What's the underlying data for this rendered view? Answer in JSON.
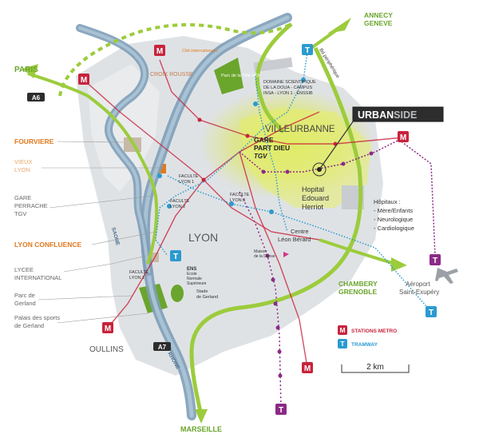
{
  "destinations": {
    "annecy": "ANNECY",
    "geneve": "GENEVE",
    "paris": "PARIS",
    "chambery": "CHAMBERY",
    "grenoble": "GRENOBLE",
    "marseille": "MARSEILLE"
  },
  "roads": {
    "a6": "A6",
    "a7": "A7",
    "bd_peripherique": "Bd périphérique"
  },
  "rivers": {
    "saone": "SAONE",
    "rhone": "RHONE"
  },
  "districts": {
    "croix_rousse": "CROIX ROUSSE",
    "cite_internationale": "Cité internationale",
    "parc_tete_or": "Parc de la Tête d'Or",
    "villeurbanne": "VILLEURBANNE",
    "lyon": "LYON",
    "oullins": "OULLINS",
    "fourviere": "FOURVIERE",
    "vieux_lyon_1": "VIEUX",
    "vieux_lyon_2": "LYON",
    "lyon_confluence": "LYON CONFLUENCE"
  },
  "places": {
    "domaine_1": "DOMAINE SCIENTIFIQUE",
    "domaine_2": "DE LA DOUA - CAMPUS",
    "domaine_3": "INSA - LYON 1 - ENSSIB",
    "gare_pd_1": "GARE",
    "gare_pd_2": "PART DIEU",
    "gare_pd_3": "TGV",
    "gare_perrache_1": "GARE",
    "gare_perrache_2": "PERRACHE",
    "gare_perrache_3": "TGV",
    "hopital_1": "Hopital",
    "hopital_2": "Edouard",
    "hopital_3": "Herriot",
    "hopitaux_title": "Hôpitaux :",
    "hopitaux_1": "- Mère/Enfants",
    "hopitaux_2": "- Neurologique",
    "hopitaux_3": "- Cardiologique",
    "centre_1": "Centre",
    "centre_2": "Léon Bérard",
    "maison_danse_1": "Maison",
    "maison_danse_2": "de la Danse",
    "faculte_lyon1_a": "FACULTE",
    "faculte_lyon1_b": "LYON 1",
    "faculte_lyon2_a": "FACULTE",
    "faculte_lyon2_b": "LYON 2",
    "faculte_lyon3_a": "FACULTE",
    "faculte_lyon3_b": "LYON 3",
    "faculte_lyon1s_a": "FACULTE",
    "faculte_lyon1s_b": "LYON 1",
    "lycee_1": "LYCEE",
    "lycee_2": "INTERNATIONAL",
    "ens_1": "ENS",
    "ens_2": "Ecole",
    "ens_3": "Normale",
    "ens_4": "Supérieure",
    "stade_1": "Stade",
    "stade_2": "de Gerland",
    "parc_gerland_1": "Parc de",
    "parc_gerland_2": "Gerland",
    "palais_1": "Palais des sports",
    "palais_2": "de Gerland",
    "aeroport_1": "Aéroport",
    "aeroport_2": "Saint-Exupéry"
  },
  "callout": {
    "urban": "URBAN",
    "side": "SIDE"
  },
  "legend": {
    "metro_symbol": "M",
    "metro_label": "STATIONS METRO",
    "tram_symbol": "T",
    "tram_label": "TRAMWAY",
    "scale_label": "2 km"
  },
  "markers": {
    "m": "M",
    "t": "T"
  },
  "colors": {
    "green_road": "#9ccc3c",
    "river": "#7e9fb8",
    "metro_red": "#c8233c",
    "tram_blue": "#2b9bcf",
    "tram_purple": "#8b2a86",
    "orange": "#e07a1f",
    "highlight": "#dbe84a"
  }
}
